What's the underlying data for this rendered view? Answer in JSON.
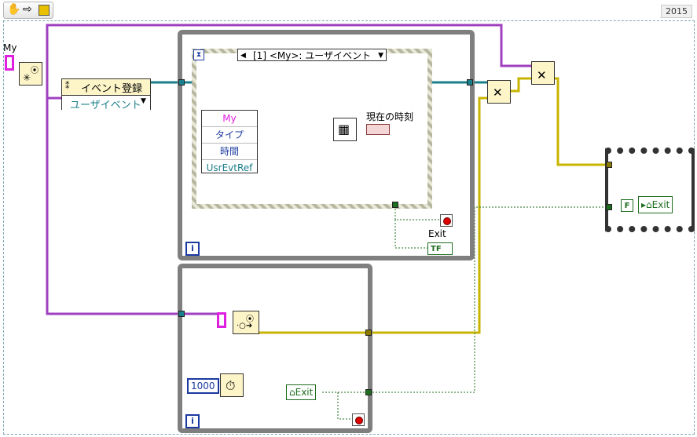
{
  "version": "2015",
  "labels": {
    "my_control": "My",
    "register_event": "イベント登録",
    "user_event": "ユーザイベント",
    "case_selector": "[1] <My>: ユーザイベント",
    "current_time": "現在の時刻",
    "exit_label": "Exit",
    "exit_local": "Exit",
    "exit_local2": "Exit",
    "wait_ms": "1000",
    "iter_i": "i",
    "tf_label": "TF",
    "f_const": "F"
  },
  "event_terminals": [
    "My",
    "タイプ",
    "時間",
    "UsrEvtRef"
  ],
  "colors": {
    "refnum_wire": "#a040c0",
    "cluster_wire": "#1a7f8a",
    "error_wire": "#c8b400",
    "bool_wire": "#1f6e1f",
    "loop_border": "#7f7f7f"
  }
}
